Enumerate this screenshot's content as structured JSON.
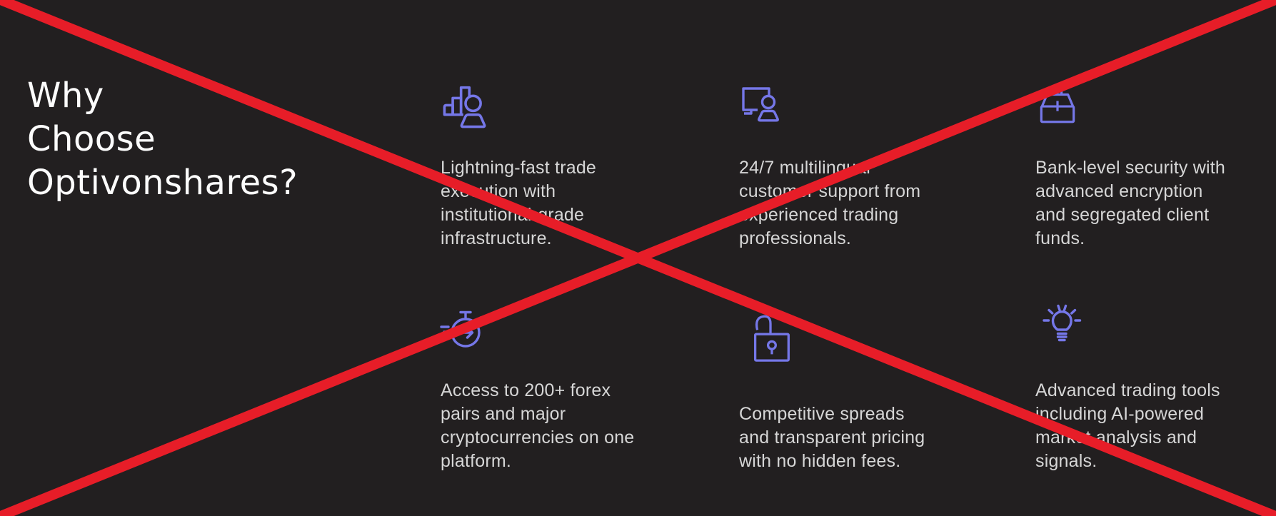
{
  "heading": {
    "lines": [
      "Why",
      "Choose",
      "Optivonshares?"
    ]
  },
  "features": [
    {
      "icon": "chart-person-icon",
      "lines": [
        "Lightning-fast trade",
        "execution with",
        "institutional-grade",
        "infrastructure."
      ]
    },
    {
      "icon": "support-monitor-person-icon",
      "lines": [
        "24/7 multilingual",
        "customer support from",
        "experienced trading",
        "professionals."
      ]
    },
    {
      "icon": "briefcase-security-icon",
      "lines": [
        "Bank-level security with",
        "advanced encryption",
        "and segregated client",
        "funds."
      ]
    },
    {
      "icon": "stopwatch-speed-icon",
      "lines": [
        "Access to 200+ forex",
        "pairs and major",
        "cryptocurrencies on one",
        "platform."
      ]
    },
    {
      "icon": "unlocked-padlock-icon",
      "lines": [
        "Competitive spreads",
        "and transparent pricing",
        "with no hidden fees."
      ]
    },
    {
      "icon": "lightbulb-idea-icon",
      "lines": [
        "Advanced trading tools",
        "including AI-powered",
        "market analysis and",
        "signals."
      ]
    }
  ],
  "annotation": {
    "type": "red-cross-overlay"
  },
  "colors": {
    "background": "#221f20",
    "heading_text": "#fcfcfc",
    "body_text": "#d6d6d6",
    "icon_accent": "#7577e8",
    "cross_red": "#e71d28"
  }
}
